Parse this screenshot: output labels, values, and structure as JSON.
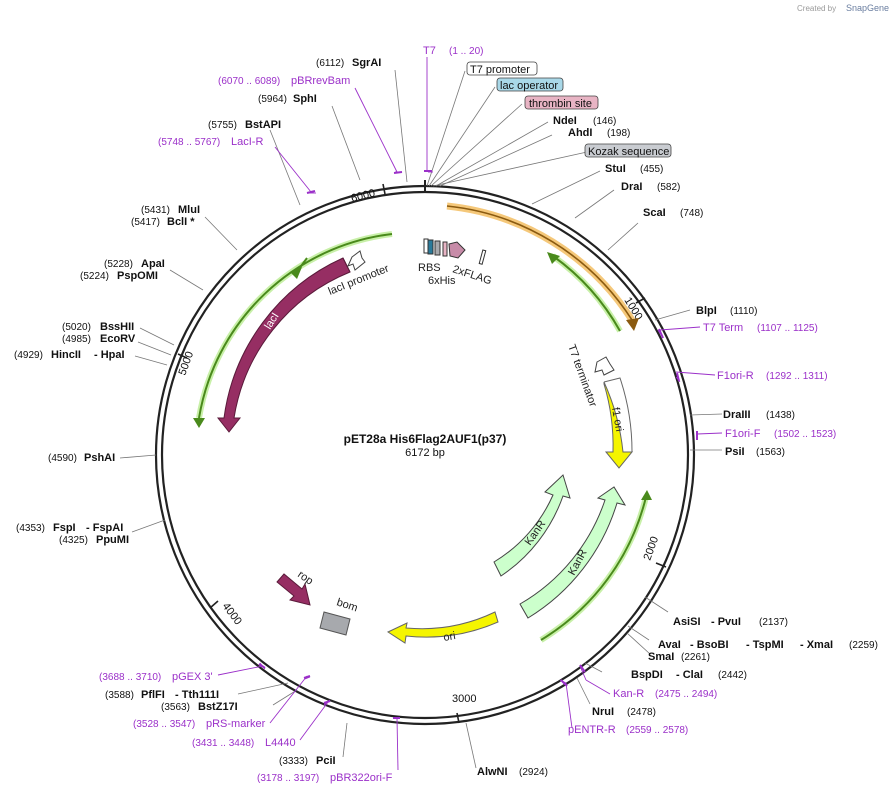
{
  "credit": {
    "created_by": "Created by",
    "brand": "SnapGene"
  },
  "plasmid": {
    "name": "pET28a His6Flag2AUF1(p37)",
    "length": "6172 bp",
    "total_bp": 6172
  },
  "ruler_ticks": [
    "1000",
    "2000",
    "3000",
    "4000",
    "5000",
    "6000"
  ],
  "enzymes": [
    {
      "name": "SgrAI",
      "pos": "(6112)"
    },
    {
      "name": "SphI",
      "pos": "(5964)"
    },
    {
      "name": "BstAPI",
      "pos": "(5755)"
    },
    {
      "name": "MluI",
      "pos": "(5431)"
    },
    {
      "name": "BclI *",
      "pos": "(5417)"
    },
    {
      "name": "ApaI",
      "pos": "(5228)"
    },
    {
      "name": "PspOMI",
      "pos": "(5224)"
    },
    {
      "name": "BssHII",
      "pos": "(5020)"
    },
    {
      "name": "EcoRV",
      "pos": "(4985)"
    },
    {
      "name": "HincII",
      "pos": "(4929)"
    },
    {
      "name": "- HpaI",
      "pos": ""
    },
    {
      "name": "PshAI",
      "pos": "(4590)"
    },
    {
      "name": "FspI",
      "pos": "(4353)"
    },
    {
      "name": "- FspAI",
      "pos": ""
    },
    {
      "name": "PpuMI",
      "pos": "(4325)"
    },
    {
      "name": "PflFI",
      "pos": "(3588)"
    },
    {
      "name": "- Tth111I",
      "pos": ""
    },
    {
      "name": "BstZ17I",
      "pos": "(3563)"
    },
    {
      "name": "PciI",
      "pos": "(3333)"
    },
    {
      "name": "AlwNI",
      "pos": "(2924)"
    },
    {
      "name": "NruI",
      "pos": "(2478)"
    },
    {
      "name": "BspDI",
      "pos": "(2442)"
    },
    {
      "name": "- ClaI",
      "pos": ""
    },
    {
      "name": "SmaI",
      "pos": "(2261)"
    },
    {
      "name": "AvaI",
      "pos": ""
    },
    {
      "name": "- BsoBI",
      "pos": ""
    },
    {
      "name": "- TspMI",
      "pos": ""
    },
    {
      "name": "- XmaI",
      "pos": "(2259)"
    },
    {
      "name": "AsiSI",
      "pos": ""
    },
    {
      "name": "- PvuI",
      "pos": "(2137)"
    },
    {
      "name": "PsiI",
      "pos": "(1563)"
    },
    {
      "name": "DraIII",
      "pos": "(1438)"
    },
    {
      "name": "BlpI",
      "pos": "(1110)"
    },
    {
      "name": "ScaI",
      "pos": "(748)"
    },
    {
      "name": "DraI",
      "pos": "(582)"
    },
    {
      "name": "StuI",
      "pos": "(455)"
    },
    {
      "name": "AhdI",
      "pos": "(198)"
    },
    {
      "name": "NdeI",
      "pos": "(146)"
    }
  ],
  "primers": [
    {
      "name": "T7",
      "pos": "(1 .. 20)"
    },
    {
      "name": "pBRrevBam",
      "pos": "(6070 .. 6089)"
    },
    {
      "name": "LacI-R",
      "pos": "(5748 .. 5767)"
    },
    {
      "name": "T7 Term",
      "pos": "(1107 .. 1125)"
    },
    {
      "name": "F1ori-R",
      "pos": "(1292 .. 1311)"
    },
    {
      "name": "F1ori-F",
      "pos": "(1502 .. 1523)"
    },
    {
      "name": "Kan-R",
      "pos": "(2475 .. 2494)"
    },
    {
      "name": "pENTR-R",
      "pos": "(2559 .. 2578)"
    },
    {
      "name": "pGEX 3'",
      "pos": "(3688 .. 3710)"
    },
    {
      "name": "pRS-marker",
      "pos": "(3528 .. 3547)"
    },
    {
      "name": "L4440",
      "pos": "(3431 .. 3448)"
    },
    {
      "name": "pBR322ori-F",
      "pos": "(3178 .. 3197)"
    }
  ],
  "boxed_features": [
    {
      "label": "T7 promoter",
      "fill": "#ffffff"
    },
    {
      "label": "lac operator",
      "fill": "#a9d8e8"
    },
    {
      "label": "thrombin site",
      "fill": "#e8b4c4"
    },
    {
      "label": "Kozak sequence",
      "fill": "#c9ccd1"
    }
  ],
  "features": {
    "laci_promoter": "lacI promoter",
    "laci": "lacI",
    "rbs": "RBS",
    "his6": "6xHis",
    "flag": "2xFLAG",
    "t7_terminator": "T7 terminator",
    "f1_ori": "f1 ori",
    "kanr_1": "KanR",
    "kanr_2": "KanR",
    "ori": "ori",
    "rop": "rop",
    "bom": "bom"
  },
  "colors": {
    "backbone": "#222222",
    "enzyme_label": "#111111",
    "primer": "#9b30c9",
    "laci": "#962e63",
    "f1ori": "#f5f500",
    "kanr": "#ccffcc",
    "green_arrow": "#4a8a1c",
    "orange_arrow": "#e8a33a",
    "bom": "#a7a9ad"
  }
}
